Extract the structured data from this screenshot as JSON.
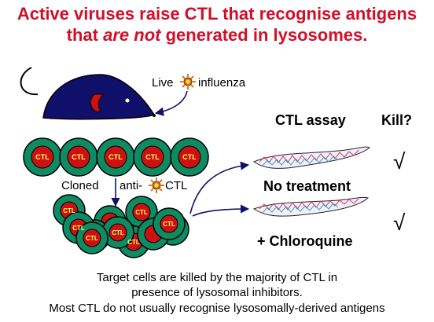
{
  "title": {
    "line1": "Active viruses raise CTL that recognise antigens",
    "line2_prefix": "that ",
    "line2_emph": "are not",
    "line2_suffix": " generated in lysosomes."
  },
  "infection": {
    "live_label": "Live",
    "virus_label": "influenza"
  },
  "cell_label": "CTL",
  "cloned": {
    "left": "Cloned",
    "anti": "anti-",
    "ctl": "CTL"
  },
  "assay": {
    "header": "CTL assay",
    "kill_header": "Kill?",
    "row1_label": "No treatment",
    "row2_label": "+ Chloroquine",
    "check1": "√",
    "check2": "√"
  },
  "caption": {
    "line1": "Target cells are killed by the majority of CTL in",
    "line2": "presence of lysosomal inhibitors.",
    "line3": "Most CTL do not usually recognise lysosomally-derived antigens"
  },
  "colors": {
    "title": "#d0102a",
    "cell_outer": "#0e8b63",
    "cell_inner": "#cc1111",
    "mouse": "#10106a",
    "virus": "#d97b1a"
  }
}
